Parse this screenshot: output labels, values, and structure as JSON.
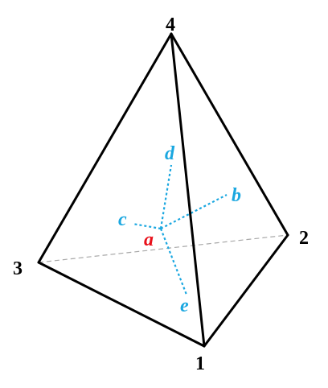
{
  "vertices": {
    "v1": "1",
    "v2": "2",
    "v3": "3",
    "v4": "4"
  },
  "nodes": {
    "center": "a",
    "b": "b",
    "c": "c",
    "d": "d",
    "e": "e"
  },
  "colors": {
    "edges": "#000000",
    "hidden_edge": "#a8a8a8",
    "links": "#1aa7e0",
    "center_label": "#e8101a",
    "neighbor_labels": "#1aa7e0"
  }
}
